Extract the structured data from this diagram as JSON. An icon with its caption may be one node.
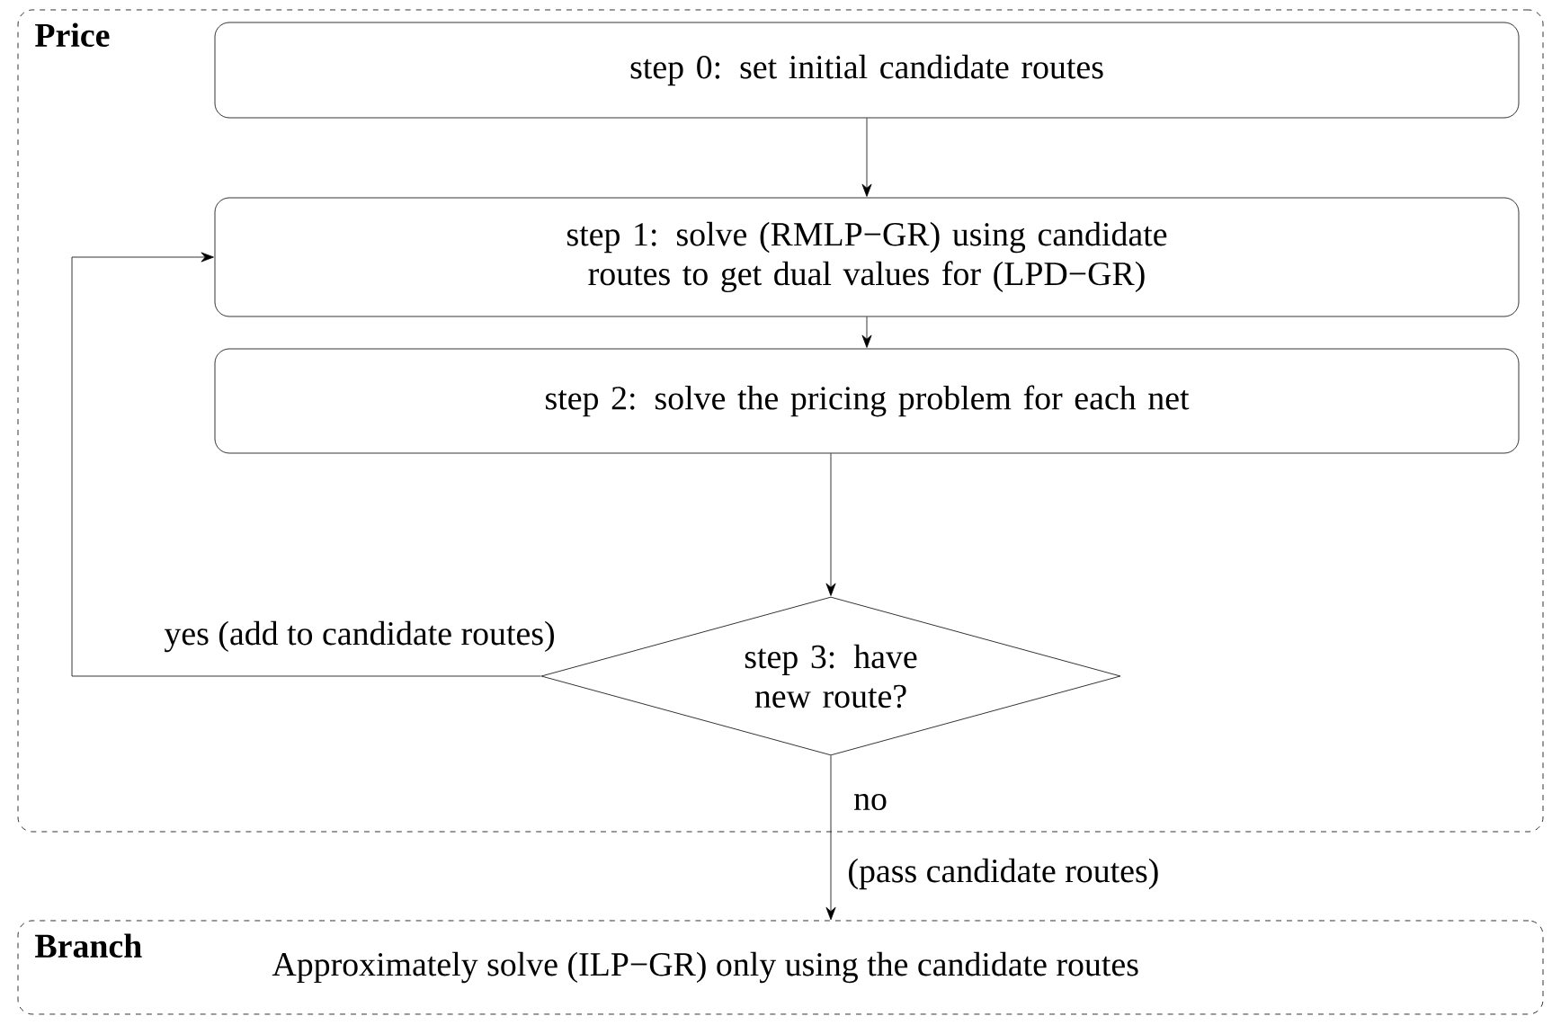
{
  "diagram": {
    "nodes": [
      {
        "text": [
          "Price"
        ]
      },
      {
        "text": [
          "step 0: set initial candidate routes"
        ],
        "in": 0
      },
      {
        "text": [
          "step 1: solve (RMLP−GR) using candidate routes to get dual values for (LPD−GR)"
        ],
        "in": 0
      },
      {
        "text": [
          "step 2: solve the pricing problem for each net"
        ],
        "in": 0
      },
      {
        "text": [
          "step 3: have new route?"
        ],
        "in": 0
      },
      {
        "text": [
          "Branch",
          "Approximately solve (ILP−GR) only using the candidate routes"
        ]
      }
    ],
    "edges": [
      {
        "from": 1,
        "to": 2,
        "arrow": "to"
      },
      {
        "from": 2,
        "to": 3,
        "arrow": "to"
      },
      {
        "from": 3,
        "to": 4,
        "arrow": "to"
      },
      {
        "from": 4,
        "to": 2,
        "arrow": "to",
        "label": "yes (add to candidate routes)"
      },
      {
        "from": 4,
        "to": 5,
        "arrow": "to",
        "label": "no"
      }
    ],
    "labels": [
      "(pass candidate routes)"
    ]
  }
}
